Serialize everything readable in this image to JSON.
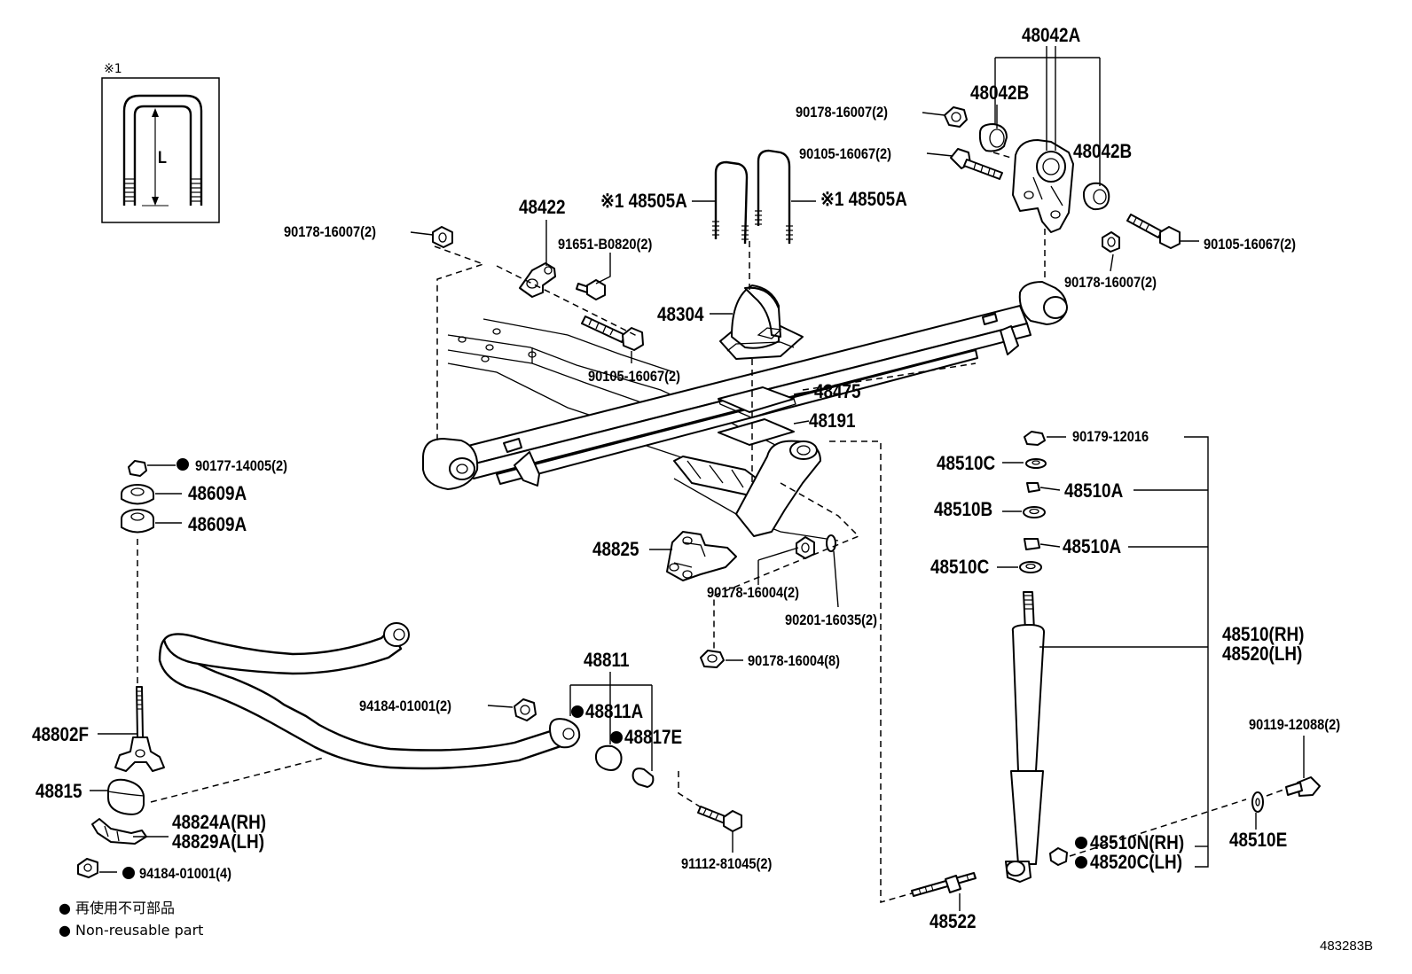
{
  "diagram": {
    "inset": {
      "mark": "※1",
      "dimension": "L"
    },
    "labels": {
      "l48042A": "48042A",
      "l48042B_top": "48042B",
      "l48042B_right": "48042B",
      "l90178_16007_a": "90178-16007(2)",
      "l90105_16067_a": "90105-16067(2)",
      "l90178_16007_b": "90178-16007(2)",
      "l48422": "48422",
      "l48505A_left": "※1 48505A",
      "l48505A_right": "※1 48505A",
      "l91651": "91651-B0820(2)",
      "l90105_16067_b": "90105-16067(2)",
      "l90178_16007_c": "90178-16007(2)",
      "l48304": "48304",
      "l90105_16067_c": "90105-16067(2)",
      "l48475": "48475",
      "l48191": "48191",
      "l90179": "90179-12016",
      "l48510C_a": "48510C",
      "l48510A_a": "48510A",
      "l48510B": "48510B",
      "l48510A_b": "48510A",
      "l48510C_b": "48510C",
      "l90177": "90177-14005(2)",
      "l48609A_a": "48609A",
      "l48609A_b": "48609A",
      "l48825": "48825",
      "l90178_16004_a": "90178-16004(2)",
      "l90201": "90201-16035(2)",
      "l90178_16004_b": "90178-16004(8)",
      "l48510RH": "48510(RH)",
      "l48520LH": "48520(LH)",
      "l48811": "48811",
      "l94184_a": "94184-01001(2)",
      "l48811A": "48811A",
      "l48817E": "48817E",
      "l48802F": "48802F",
      "l48815": "48815",
      "l48824A": "48824A(RH)",
      "l48829A": "48829A(LH)",
      "l94184_b": "94184-01001(4)",
      "l91112": "91112-81045(2)",
      "l90119": "90119-12088(2)",
      "l48510N": "48510N(RH)",
      "l48520C": "48520C(LH)",
      "l48510E": "48510E",
      "l48522": "48522"
    },
    "legend": {
      "line_ja": "● 再使用不可部品",
      "line_en": "● Non-reusable part"
    },
    "code": "483283B"
  }
}
